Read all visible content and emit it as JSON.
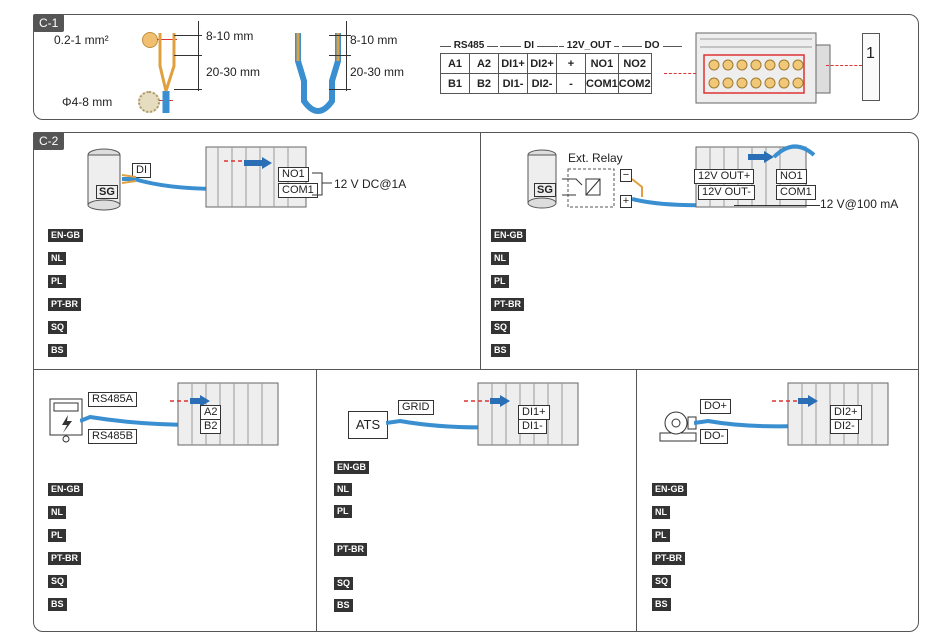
{
  "c1": {
    "tag": "C-1",
    "wire_area": "0.2-1 mm²",
    "wire_diameter": "Φ4-8 mm",
    "strip_a": "8-10 mm",
    "strip_b": "20-30 mm",
    "strip_c": "8-10 mm",
    "strip_d": "20-30 mm",
    "groups": [
      "RS485",
      "DI",
      "12V_OUT",
      "DO"
    ],
    "row1": [
      "A1",
      "A2",
      "DI1+",
      "DI2+",
      "+",
      "NO1",
      "NO2"
    ],
    "row2": [
      "B1",
      "B2",
      "DI1-",
      "DI2-",
      "-",
      "COM1",
      "COM2"
    ],
    "marker": "1"
  },
  "c2": {
    "tag": "C-2",
    "p1": {
      "di": "DI",
      "no1": "NO1",
      "com1": "COM1",
      "rating": "12 V DC@1A",
      "sg": "SG"
    },
    "p2": {
      "relay": "Ext. Relay",
      "out_plus": "12V OUT+",
      "out_minus": "12V OUT-",
      "no1": "NO1",
      "com1": "COM1",
      "rating": "12 V@100 mA",
      "sg": "SG",
      "minus": "−",
      "plus": "+"
    },
    "p3": {
      "a": "RS485A",
      "b": "RS485B",
      "t1": "A2",
      "t2": "B2"
    },
    "p4": {
      "ats": "ATS",
      "grid": "GRID",
      "t1": "DI1+",
      "t2": "DI1-"
    },
    "p5": {
      "dop": "DO+",
      "dom": "DO-",
      "t1": "DI2+",
      "t2": "DI2-"
    },
    "langs": [
      "EN-GB",
      "NL",
      "PL",
      "PT-BR",
      "SQ",
      "BS"
    ]
  }
}
